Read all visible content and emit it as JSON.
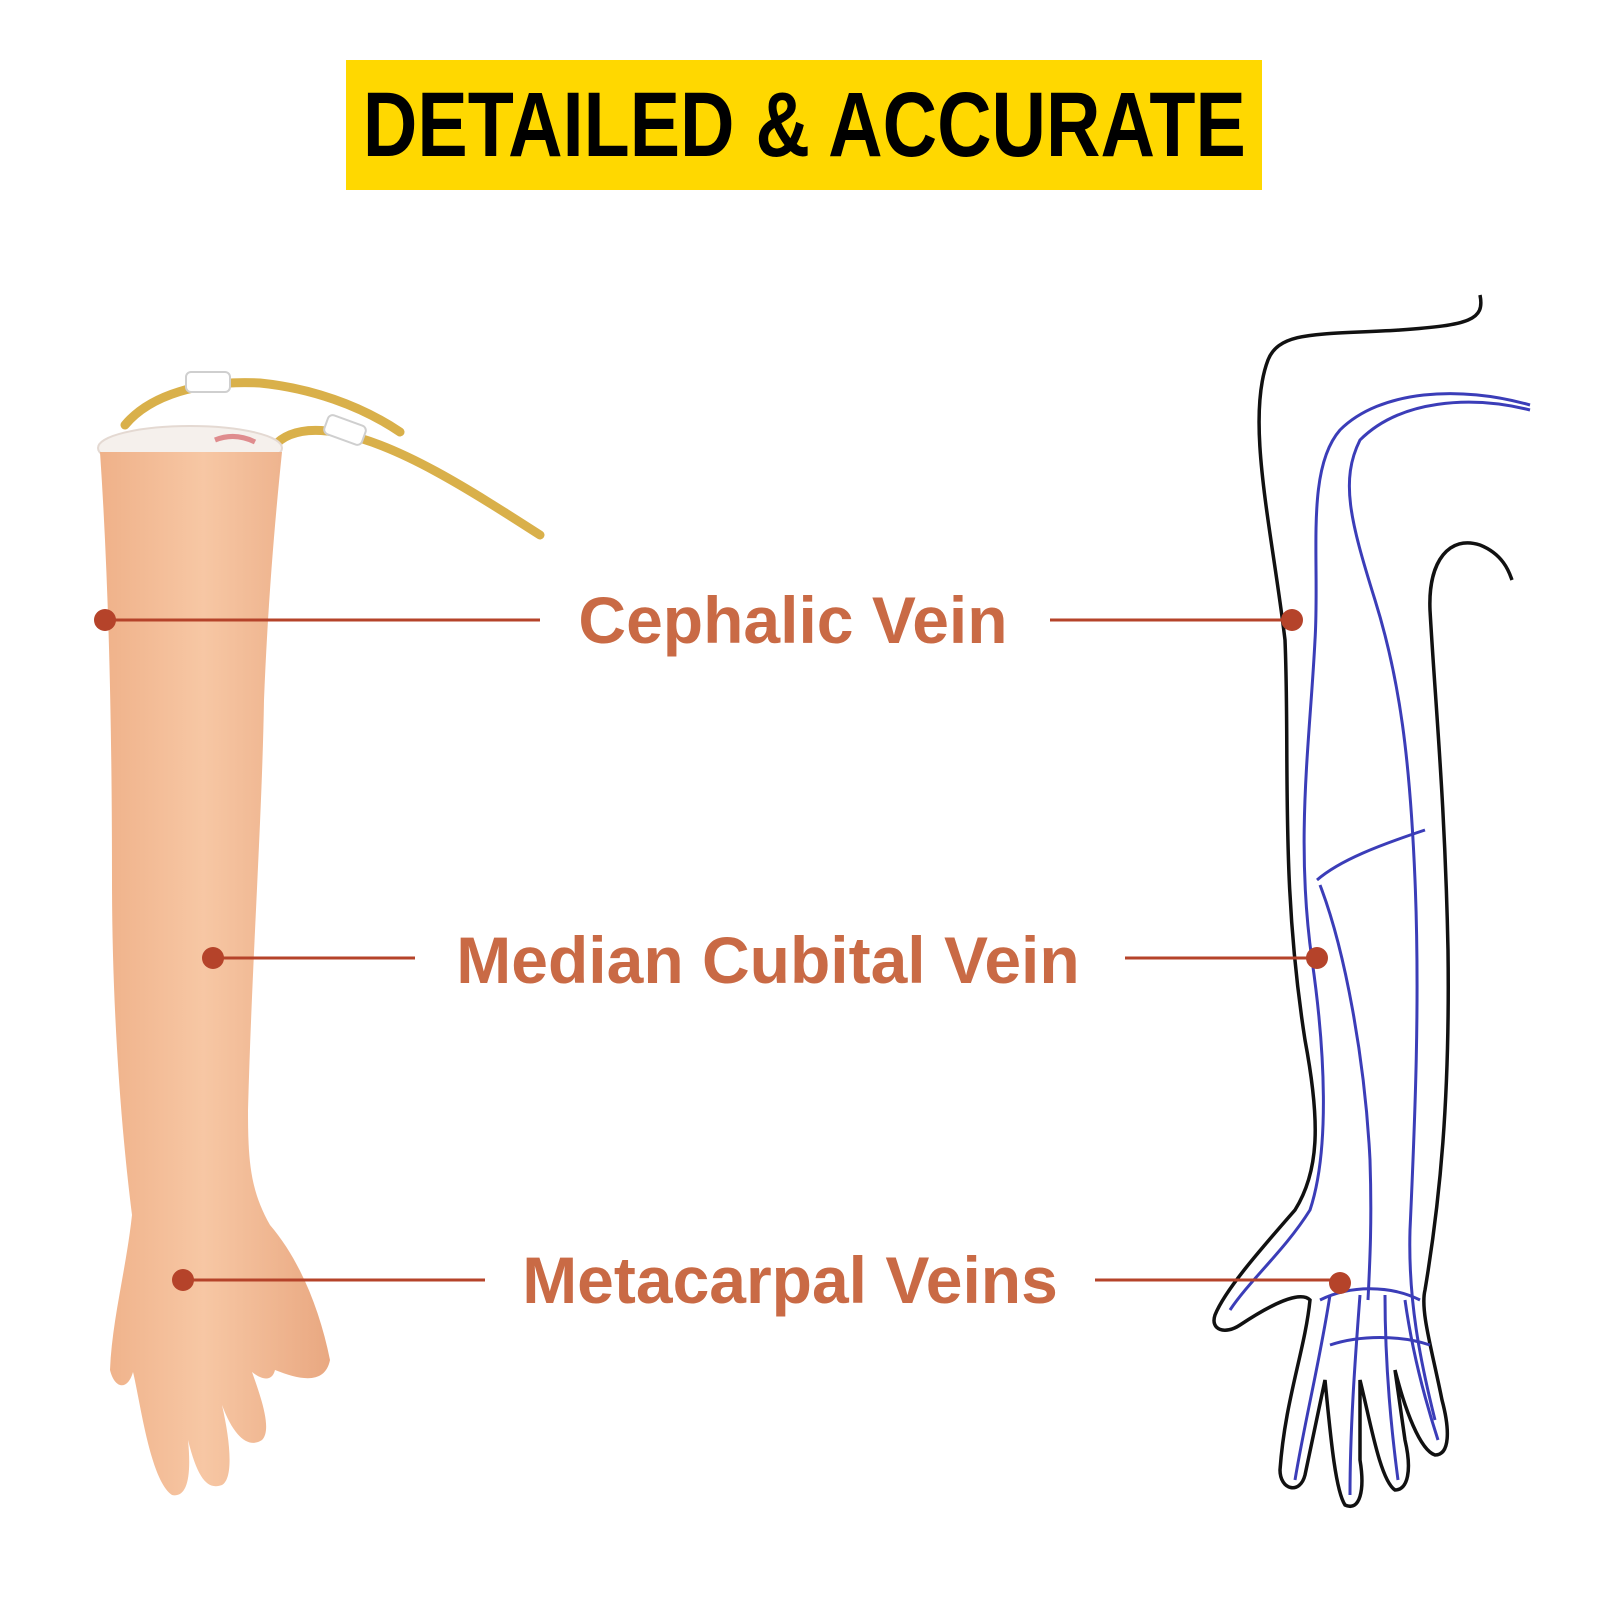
{
  "banner": {
    "title": "DETAILED & ACCURATE",
    "background_color": "#FFD800",
    "text_color": "#000000"
  },
  "colors": {
    "label": "#C96A45",
    "leader": "#B5432A",
    "skin": "#F4BE9A",
    "tube": "#D9B04A",
    "vein": "#3B3DB8",
    "outline": "#111111"
  },
  "labels": {
    "cephalic": "Cephalic Vein",
    "median_cubital": "Median Cubital Vein",
    "metacarpal": "Metacarpal Veins"
  },
  "images": {
    "left": "silicone-arm-model",
    "right": "vein-line-diagram"
  }
}
